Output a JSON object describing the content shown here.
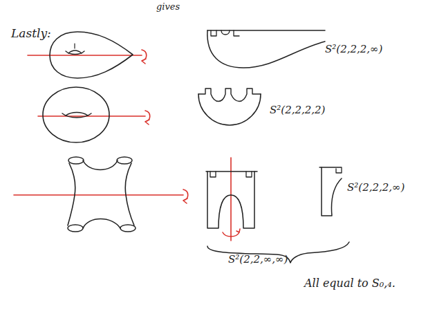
{
  "diagram": {
    "labels": [
      "gives",
      "Lastly:",
      "S²(2,2,2,∞)",
      "S²(2,2,2,2)",
      "S²(2,2,2,∞)",
      "S²(2,2,∞,∞)",
      "All equal to S₀,₄."
    ]
  }
}
